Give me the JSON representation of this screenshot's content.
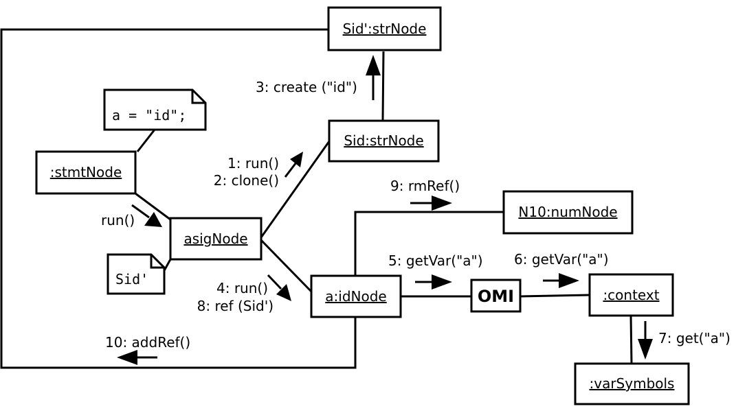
{
  "objects": {
    "sid_prime": ":strNode",
    "sid_prime_prefix": "Sid'",
    "sid": "Sid:strNode",
    "stmt": ":stmtNode",
    "asig": "asigNode",
    "num": "N10:numNode",
    "idnode": "a:idNode",
    "omi": "OMI",
    "context": ":context",
    "varsym": ":varSymbols"
  },
  "notes": {
    "code": "a = \"id\";",
    "sid_prime": "Sid'"
  },
  "messages": {
    "m3": "3: create (\"id\")",
    "m1": "1: run()",
    "m2": "2: clone()",
    "run": "run()",
    "m9": "9: rmRef()",
    "m5": "5: getVar(\"a\")",
    "m6": "6: getVar(\"a\")",
    "m4": "4: run()",
    "m8": "8: ref (Sid')",
    "m7": "7: get(\"a\")",
    "m10": "10: addRef()"
  }
}
